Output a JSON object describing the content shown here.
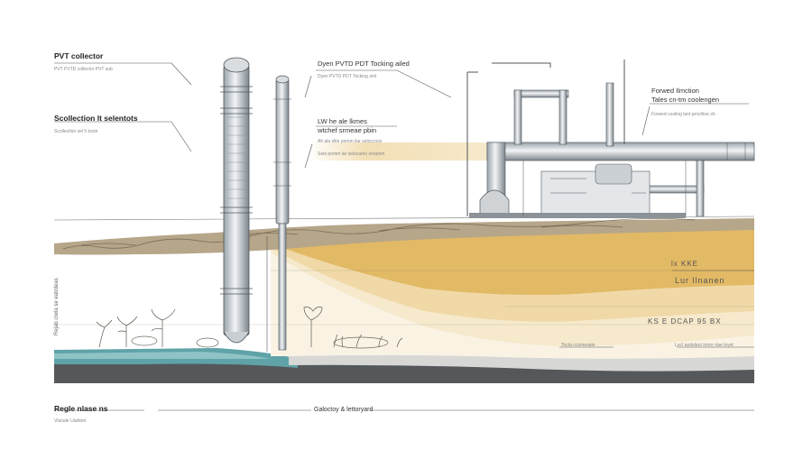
{
  "labels": {
    "pvt_collector": "PVT collector",
    "pvt_collector_sub": "PVT PVTD collector PVT sub",
    "scollection": "Scollection lt selentots",
    "scollection_sub": "Scollection sel 5 tocte",
    "dyen_title": "Dyen PVTD PDT Tocking ailed",
    "dyen_sub": "Dyen PVTD PDT Tocking sml",
    "law_title": "LW he ale lkmes",
    "law_title2": "wtchef srmeae pbin",
    "law_sub1": "Ah ala slite pomm ilar seloccoos",
    "law_sub2": "Sebi pomm lar selocamo sroamm",
    "forwed_title": "Forwed Ilmction",
    "forwed_title2": "Tales cn-tm coolengen",
    "forwed_sub": "Forwed cooling lant prnchloe sh",
    "right_mark1": "lx KKE",
    "right_mark2": "Lur llnanen",
    "right_mark3": "KS E  DCAP 95 BX",
    "right_small1": "Tocta ccumesate",
    "right_small2": "Locl aedolaro lmorr rtae loyet",
    "left_vertical": "Rejab ciwla se eatrdeas",
    "footer_left": "Regle nlase ns",
    "footer_left_sub": "Vlunale Uiabbet",
    "footer_center": "Galoctoy & lettoryard"
  },
  "colors": {
    "sand_dark": "#e2b965",
    "sand_mid": "#f0d9a7",
    "sand_light": "#f6e9cc",
    "cream": "#faf3e4",
    "rock": "#8a7a62",
    "water": "#5fa3a8",
    "bedrock": "#55585a",
    "steel": "#c7ccd1",
    "steel_dark": "#6c7378"
  }
}
